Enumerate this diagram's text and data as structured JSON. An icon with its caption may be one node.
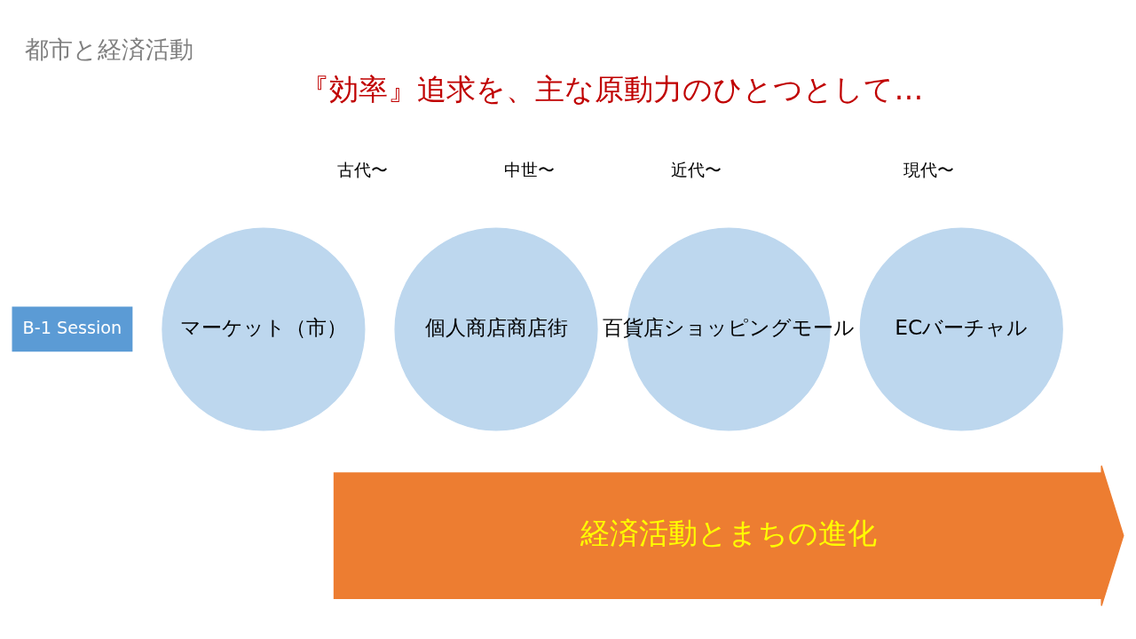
{
  "diagram": {
    "title": "都市と経済活動",
    "nodes": [
      {
        "text": [
          "マーケット（市）"
        ],
        "beside": [
          "古代〜"
        ]
      },
      {
        "text": [
          "個人商店商店街"
        ],
        "beside": [
          "中世〜"
        ]
      },
      {
        "text": [
          "百貨店ショッピングモール"
        ],
        "beside": [
          "近代〜"
        ]
      },
      {
        "text": [
          "ECバーチャル"
        ],
        "beside": [
          "現代〜"
        ]
      },
      {
        "text": [
          "経済活動とまちの進化"
        ]
      }
    ],
    "labels": [
      "B-1 Session",
      "『効率』追求を、主な原動力のひとつとして…"
    ]
  }
}
